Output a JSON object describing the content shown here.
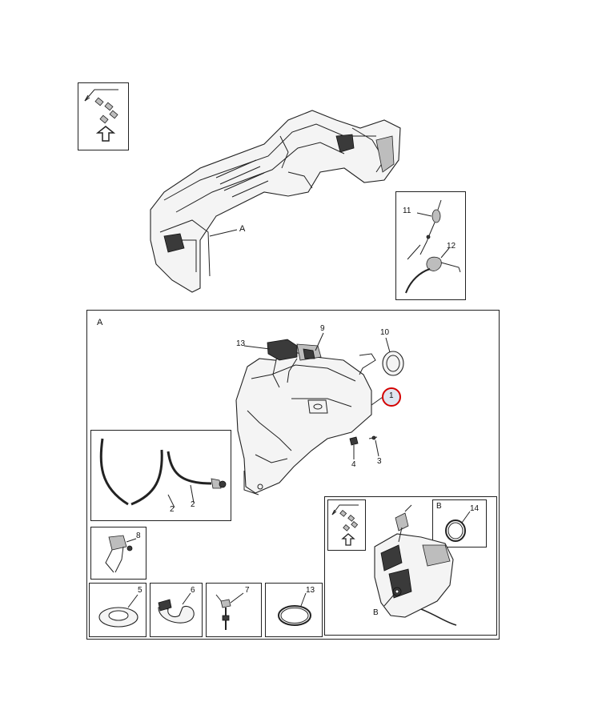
{
  "detail_boxes": {
    "main": {
      "letter": "A"
    },
    "inset": {
      "letter": "B"
    }
  },
  "callouts": {
    "top_a": "A",
    "c1": "1",
    "c2a": "2",
    "c2b": "2",
    "c3": "3",
    "c4": "4",
    "c5": "5",
    "c6": "6",
    "c7": "7",
    "c8": "8",
    "c9": "9",
    "c10": "10",
    "c11": "11",
    "c12": "12",
    "c13a": "13",
    "c13b": "13",
    "c14": "14",
    "inset_b": "B"
  },
  "colors": {
    "highlight": "#d40000",
    "ink": "#222222"
  }
}
